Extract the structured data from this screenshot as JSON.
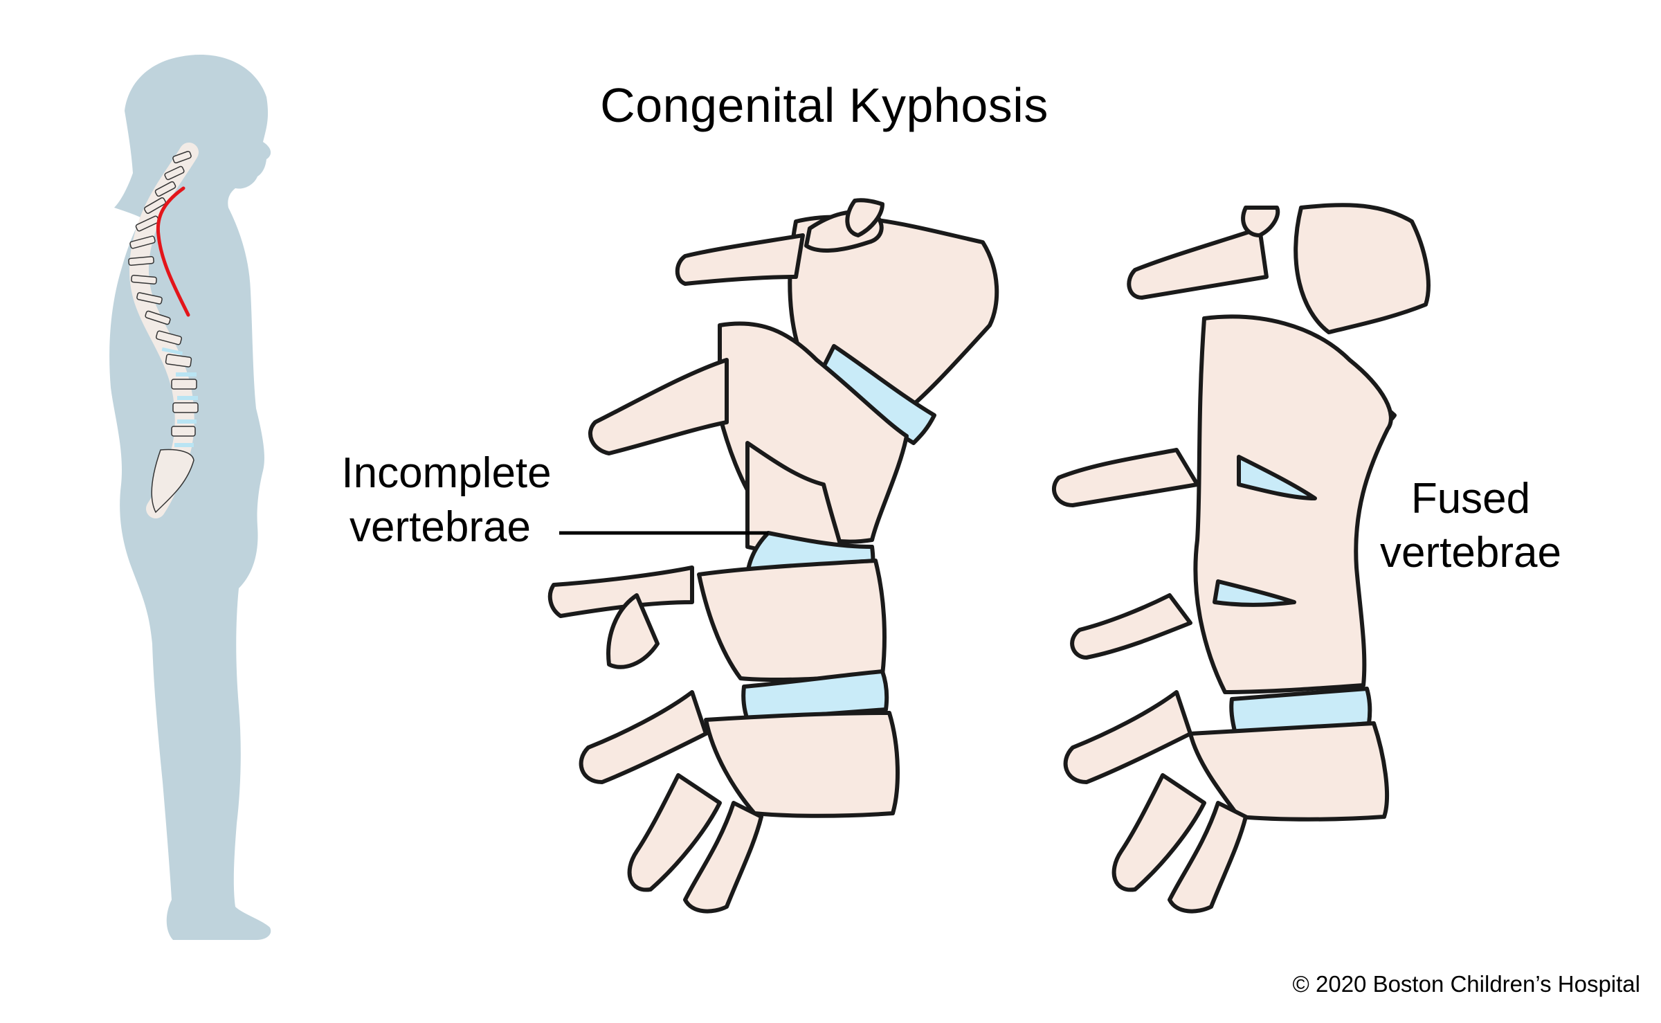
{
  "title": "Congenital Kyphosis",
  "labels": {
    "incomplete_line1": "Incomplete",
    "incomplete_line2": "vertebrae",
    "fused_line1": "Fused",
    "fused_line2": "vertebrae"
  },
  "copyright": "© 2020 Boston Children’s Hospital",
  "panels": [
    {
      "name": "girl-silhouette",
      "description": "Side view of a girl with spine showing kyphotic curve (red line)"
    },
    {
      "name": "incomplete-vertebrae-spine",
      "description": "Spine segment with incomplete (wedge-shaped) vertebra"
    },
    {
      "name": "fused-vertebrae-spine",
      "description": "Spine segment with fused vertebrae"
    }
  ],
  "colors": {
    "silhouette": "#bfd3dc",
    "bone": "#f8e9e1",
    "bone_shade": "#ecd4c6",
    "disc": "#c9ebf8",
    "outline": "#1a1a1a",
    "curve": "#e3151a"
  }
}
